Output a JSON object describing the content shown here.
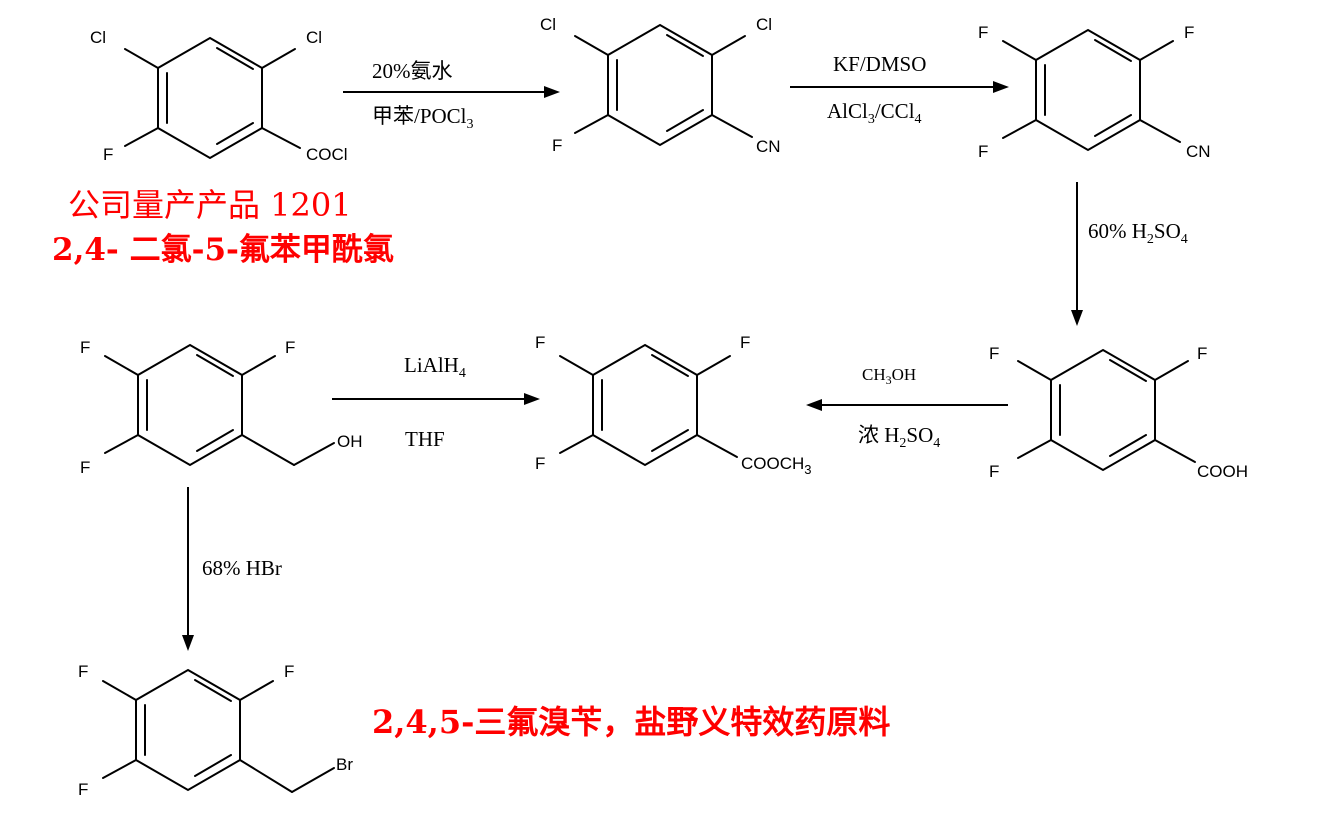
{
  "compounds": {
    "acid_chloride": {
      "atoms": {
        "top_left": "Cl",
        "top_right": "Cl",
        "bottom_left": "F",
        "substituent": "COCl"
      }
    },
    "dichloro_nitrile": {
      "atoms": {
        "top_left": "Cl",
        "top_right": "Cl",
        "bottom_left": "F",
        "substituent": "CN"
      }
    },
    "trifluoro_nitrile": {
      "atoms": {
        "top_left": "F",
        "top_right": "F",
        "bottom_left": "F",
        "substituent": "CN"
      }
    },
    "trifluoro_acid": {
      "atoms": {
        "top_left": "F",
        "top_right": "F",
        "bottom_left": "F",
        "substituent": "COOH"
      }
    },
    "methyl_ester": {
      "atoms": {
        "top_left": "F",
        "top_right": "F",
        "bottom_left": "F",
        "substituent_main": "COOCH",
        "substituent_sub": "3"
      }
    },
    "benzyl_alcohol": {
      "atoms": {
        "top_left": "F",
        "top_right": "F",
        "bottom_left": "F",
        "substituent": "OH"
      }
    },
    "benzyl_bromide": {
      "atoms": {
        "top_left": "F",
        "top_right": "F",
        "bottom_left": "F",
        "substituent": "Br"
      }
    }
  },
  "reactions": {
    "step1": {
      "above": "20%氨水",
      "below_main": "甲苯/POCl",
      "below_sub": "3"
    },
    "step2": {
      "above": "KF/DMSO",
      "below_a": "AlCl",
      "below_a_sub": "3",
      "below_b": "/CCl",
      "below_b_sub": "4"
    },
    "step3": {
      "main": "60% H",
      "sub1": "2",
      "mid": "SO",
      "sub2": "4"
    },
    "step4": {
      "above_main": "CH",
      "above_sub": "3",
      "above_tail": "OH",
      "below_main": "浓 H",
      "below_sub1": "2",
      "below_mid": "SO",
      "below_sub2": "4"
    },
    "step5": {
      "above_main": "LiAlH",
      "above_sub": "4",
      "below": "THF"
    },
    "step6": {
      "label": "68%  HBr"
    }
  },
  "annotations": {
    "line1": "公司量产产品 1201",
    "line2": "2,4-  二氯-5-氟苯甲酰氯",
    "line3": "2,4,5-三氟溴苄，盐野义特效药原料"
  },
  "colors": {
    "annotation": "#ff0000",
    "structure": "#000000"
  }
}
